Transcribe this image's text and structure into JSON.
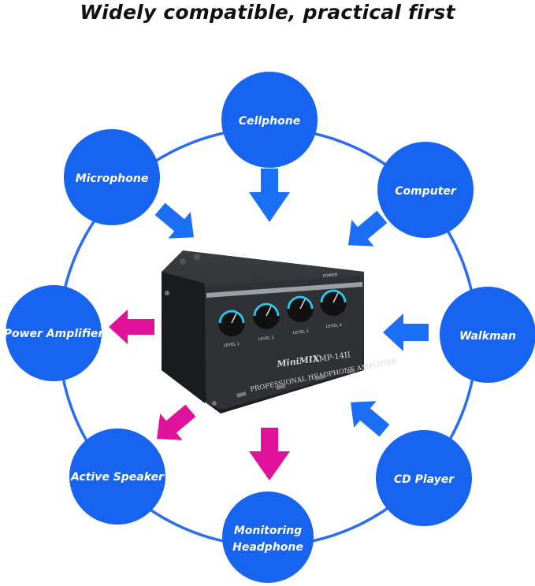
{
  "title": "Widely compatible, practical first",
  "colors": {
    "node": "#1764f0",
    "ring": "#2a6cf2",
    "input_arrow": "#1a6ff5",
    "output_arrow": "#e0119a",
    "device_body": "#2b2d30"
  },
  "nodes": {
    "cellphone": "Cellphone",
    "computer": "Computer",
    "walkman": "Walkman",
    "cd_player": "CD Player",
    "monitoring_headphone_line1": "Monitoring",
    "monitoring_headphone_line2": "Headphone",
    "active_speaker": "Active Speaker",
    "power_amplifier": "Power Amplifier",
    "microphone": "Microphone"
  },
  "device": {
    "brand": "MiniMIX",
    "model": "AMP-14II",
    "panel_label": "PROFESSIONAL HEADPHONE AMPLIFIER",
    "level_labels": [
      "LEVEL 1",
      "LEVEL 2",
      "LEVEL 3",
      "LEVEL 4"
    ],
    "power_label": "POWER"
  }
}
